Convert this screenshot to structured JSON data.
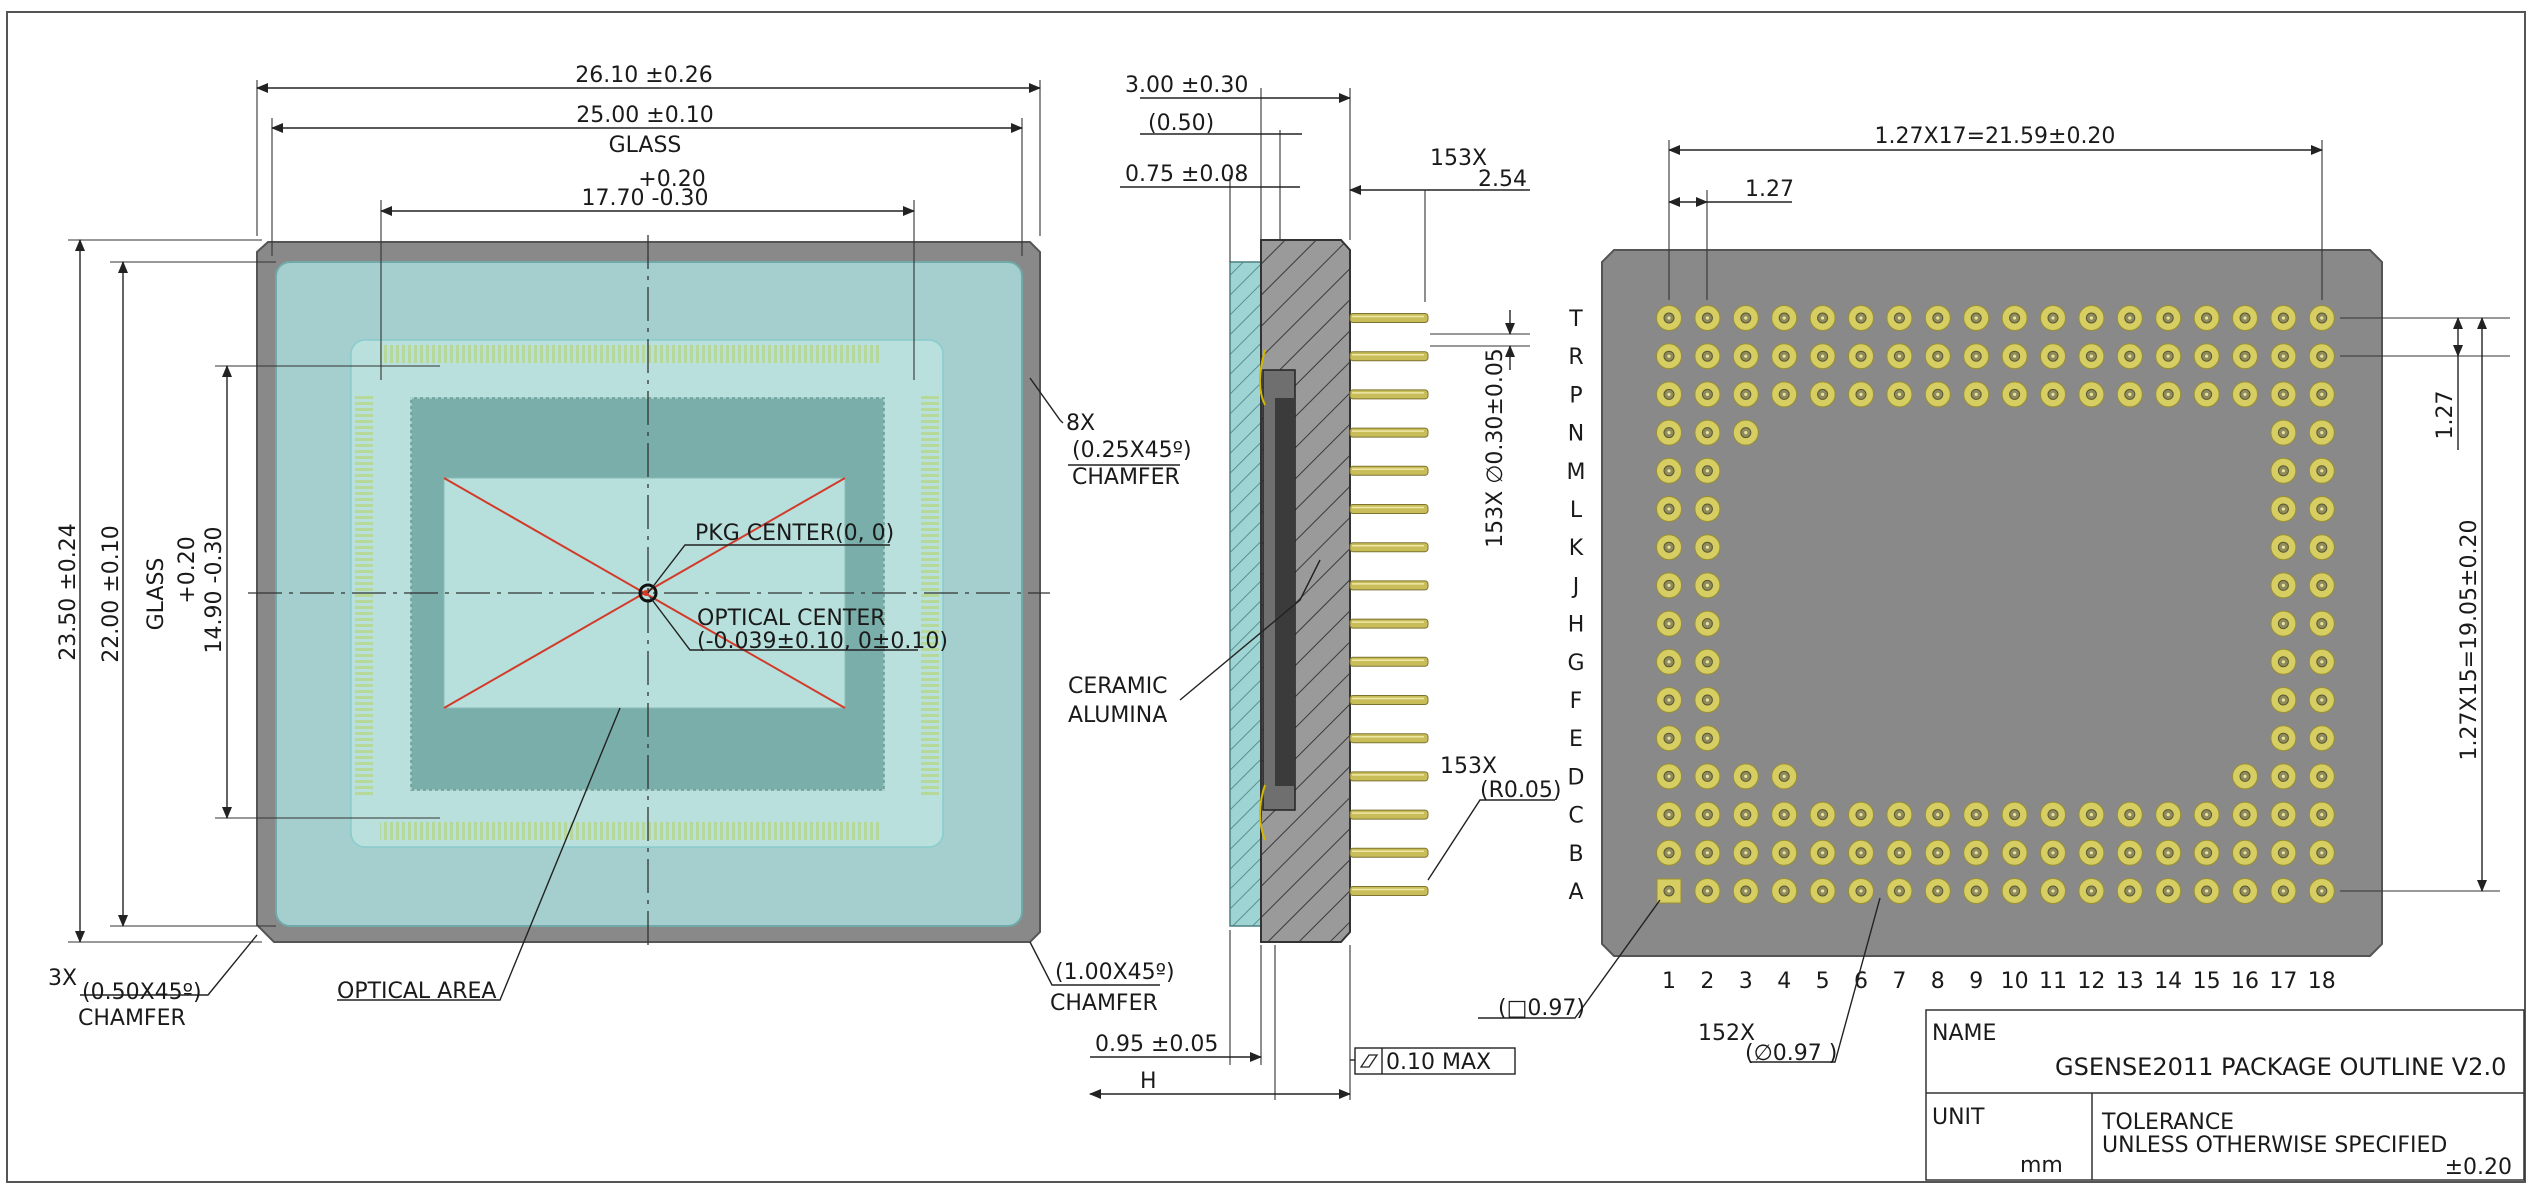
{
  "colors": {
    "package_gray": "#898989",
    "glass": "#a4cfce",
    "pin_gold": "#d7ce63",
    "hatch_blue": "#9fd4d4",
    "diag_red": "#d23a2a"
  },
  "front_view": {
    "outer_width": "26.10 ±0.26",
    "glass_width": "25.00 ±0.10",
    "glass_label": "GLASS",
    "optical_tol_plus": "+0.20",
    "optical_width": "17.70  -0.30",
    "outer_height": "23.50 ±0.24",
    "glass_height": "22.00 ±0.10",
    "glass_height_label": "GLASS",
    "optical_height_tol": "+0.20",
    "optical_height": "14.90  -0.30",
    "pkg_center": "PKG CENTER(0, 0)",
    "optical_center": "OPTICAL CENTER",
    "optical_center_val": "(-0.039±0.10, 0±0.10)",
    "chamfer8_count": "8X",
    "chamfer8_val": "(0.25X45º)",
    "chamfer8_label": "CHAMFER",
    "chamfer3_count": "3X",
    "chamfer3_val": "(0.50X45º)",
    "chamfer3_label": "CHAMFER",
    "chamfer1_val": "(1.00X45º)",
    "chamfer1_label": "CHAMFER",
    "optical_area": "OPTICAL AREA"
  },
  "side_view": {
    "thickness": "3.00 ±0.30",
    "thickness_ref": "(0.50)",
    "glass_thickness": "0.75 ±0.08",
    "pin_len_count": "153X",
    "pin_len": "2.54",
    "pin_dia": "153X ∅0.30±0.05",
    "material1": "CERAMIC",
    "material2": "ALUMINA",
    "radius_count": "153X",
    "radius_val": "(R0.05)",
    "bottom_dim": "0.95 ±0.05",
    "h_label": "H",
    "flatness": "0.10 MAX"
  },
  "bottom_view": {
    "pitch_total": "1.27X17=21.59±0.20",
    "pitch": "1.27",
    "pitch_v": "1.27",
    "pitch_v_total": "1.27X15=19.05±0.20",
    "rows": [
      "T",
      "R",
      "P",
      "N",
      "M",
      "L",
      "K",
      "J",
      "H",
      "G",
      "F",
      "E",
      "D",
      "C",
      "B",
      "A"
    ],
    "cols": [
      "1",
      "2",
      "3",
      "4",
      "5",
      "6",
      "7",
      "8",
      "9",
      "10",
      "11",
      "12",
      "13",
      "14",
      "15",
      "16",
      "17",
      "18"
    ],
    "square_pad": "(□0.97)",
    "pad_count": "152X",
    "pad_dia": "(∅0.97 )"
  },
  "title_block": {
    "name_label": "NAME",
    "name_value": "GSENSE2011 PACKAGE OUTLINE V2.0",
    "unit_label": "UNIT",
    "unit_value": "mm",
    "tol_line1": "TOLERANCE",
    "tol_line2": "UNLESS OTHERWISE SPECIFIED",
    "tol_value": "±0.20"
  }
}
